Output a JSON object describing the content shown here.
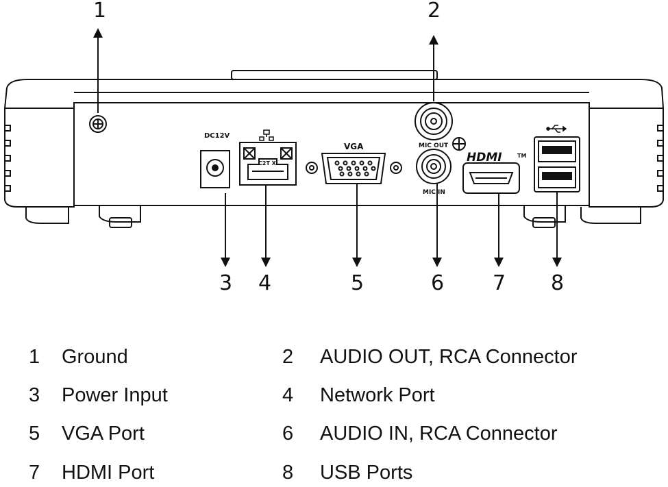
{
  "device": {
    "labels": {
      "power": "DC12V",
      "vga": "VGA",
      "mic_out": "MIC OUT",
      "mic_in": "MIC IN",
      "hdmi": "HDMI",
      "hdmi_tm": "TM",
      "lan_leds": "C2T X"
    }
  },
  "callouts": [
    "1",
    "2",
    "3",
    "4",
    "5",
    "6",
    "7",
    "8"
  ],
  "legend": [
    {
      "num": "1",
      "label": "Ground"
    },
    {
      "num": "2",
      "label": "AUDIO OUT, RCA Connector"
    },
    {
      "num": "3",
      "label": "Power Input"
    },
    {
      "num": "4",
      "label": "Network Port"
    },
    {
      "num": "5",
      "label": "VGA Port"
    },
    {
      "num": "6",
      "label": "AUDIO IN, RCA Connector"
    },
    {
      "num": "7",
      "label": "HDMI Port"
    },
    {
      "num": "8",
      "label": "USB Ports"
    }
  ]
}
